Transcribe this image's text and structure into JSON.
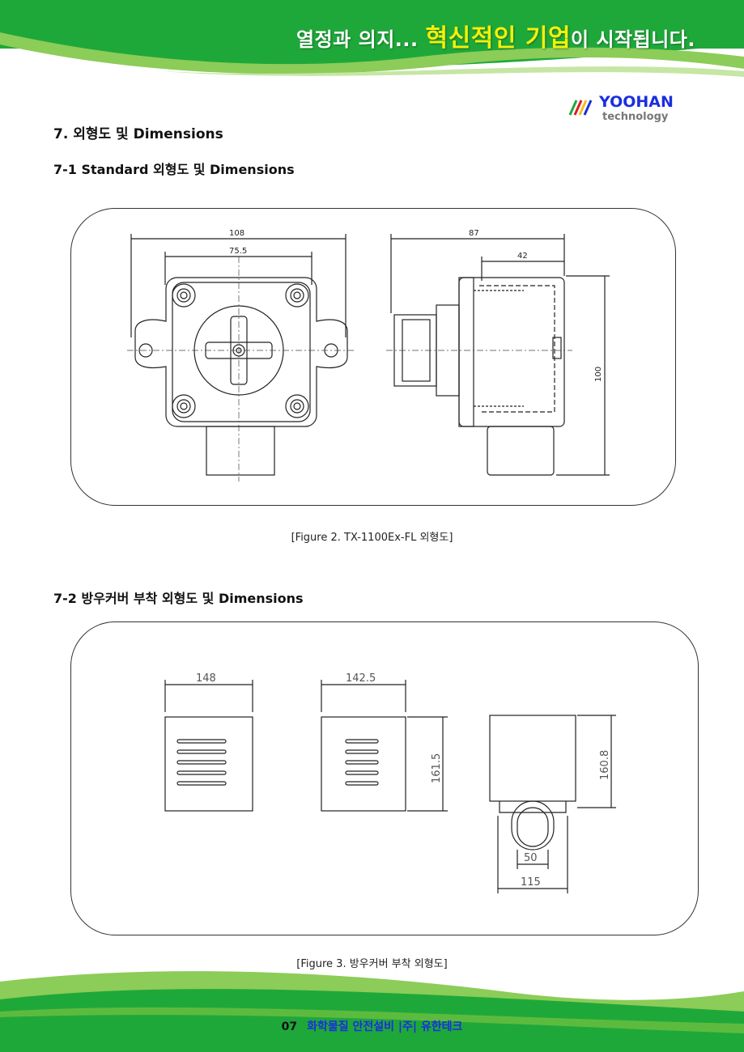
{
  "header": {
    "slogan_pre": "열정과 의지... ",
    "slogan_highlight": "혁신적인 기업",
    "slogan_post": "이 시작됩니다."
  },
  "logo": {
    "brand": "YOOHAN",
    "sub": "technology"
  },
  "section": {
    "title": "7. 외형도 및 Dimensions",
    "sub1_title": "7-1 Standard 외형도 및 Dimensions",
    "sub2_title": "7-2 방우커버 부착 외형도 및 Dimensions"
  },
  "figure2": {
    "caption": "[Figure 2. TX-1100Ex-FL 외형도]",
    "dims": {
      "width_total": "108",
      "width_inner": "75.5",
      "depth_total": "87",
      "depth_inner": "42",
      "height": "100"
    }
  },
  "figure3": {
    "caption": "[Figure 3. 방우커버 부착 외형도]",
    "dims": {
      "w1": "148",
      "w2": "142.5",
      "h1": "161.5",
      "h2": "160.8",
      "inner": "50",
      "bottom": "115"
    }
  },
  "footer": {
    "page": "07",
    "company": "화학물질 안전설비  |주| 유한테크"
  },
  "colors": {
    "green_dark": "#1fa83a",
    "green_light": "#8ccc58",
    "highlight": "#f3f00a",
    "footer_blue": "#1a2ee0"
  }
}
